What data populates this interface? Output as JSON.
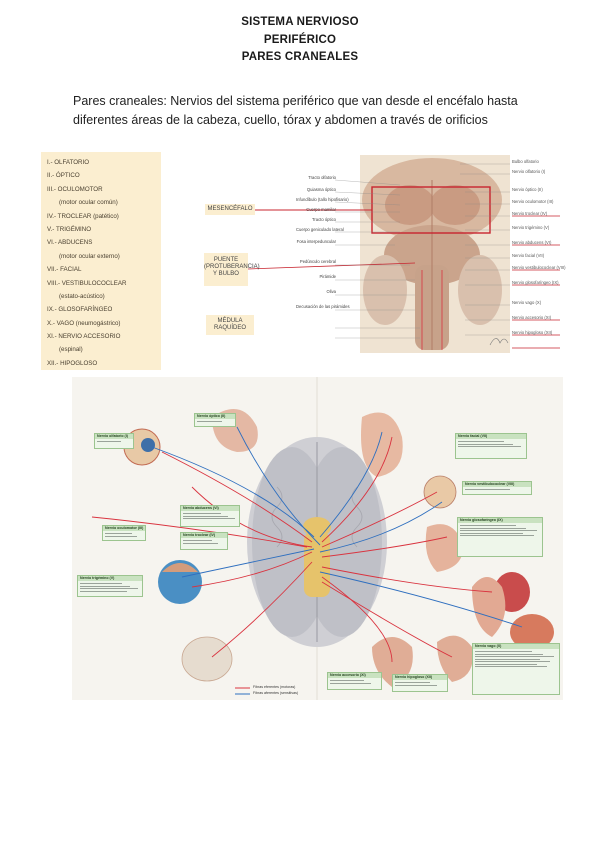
{
  "title": {
    "line1": "SISTEMA NERVIOSO",
    "line2": "PERIFÉRICO",
    "line3": "PARES CRANEALES"
  },
  "intro": "Pares craneales: Nervios del sistema periférico que van desde el encéfalo hasta diferentes áreas de la cabeza, cuello, tórax y abdomen a través de orificios",
  "nerve_list": [
    {
      "text": "I.- OLFATORIO",
      "sub": false
    },
    {
      "text": "II.- ÓPTICO",
      "sub": false
    },
    {
      "text": "III.- OCULOMOTOR",
      "sub": false
    },
    {
      "text": "(motor ocular común)",
      "sub": true
    },
    {
      "text": "IV.- TROCLEAR (patético)",
      "sub": false
    },
    {
      "text": "V.- TRIGÉMINO",
      "sub": false
    },
    {
      "text": "VI.- ABDUCENS",
      "sub": false
    },
    {
      "text": "(motor ocular externo)",
      "sub": true
    },
    {
      "text": "VII.- FACIAL",
      "sub": false
    },
    {
      "text": "VIII.- VESTIBULOCOCLEAR",
      "sub": false
    },
    {
      "text": "(estato-acústico)",
      "sub": true
    },
    {
      "text": "IX.- GLOSOFARÍNGEO",
      "sub": false
    },
    {
      "text": "X.- VAGO (neumogástrico)",
      "sub": false
    },
    {
      "text": "XI.- NERVIO ACCESORIO",
      "sub": false
    },
    {
      "text": "(espinal)",
      "sub": true
    },
    {
      "text": "XII.- HIPOGLOSO",
      "sub": false
    }
  ],
  "figure1": {
    "boxes": {
      "mesencefalo": "MESENCÉFALO",
      "puente": "PUENTE (PROTUBERANCIA) Y BULBO",
      "medula": "MÉDULA RAQUÍDEO"
    },
    "left_labels": [
      "Tracto olfatorio",
      "Quiasma óptico",
      "Infundíbulo (tallo hipofisario)",
      "Cuerpo mamilar",
      "Tracto óptico",
      "Cuerpo geniculado lateral",
      "Fosa interpeduncular",
      "Pedúnculo cerebral",
      "Pirámide",
      "Oliva",
      "Decusación de las pirámides"
    ],
    "right_labels": [
      "Bulbo olfatorio",
      "Nervio olfatorio (I)",
      "Nervio óptico (II)",
      "Nervio oculomotor (III)",
      "Nervio troclear (IV)",
      "Nervio trigémino (V)",
      "Nervio abducens (VI)",
      "Nervio facial (VII)",
      "Nervio vestibulococlear (VIII)",
      "Nervio glosofaríngeo (IX)",
      "Nervio vago (X)",
      "Nervio accesorio (XI)",
      "Nervio hipogloso (XII)"
    ]
  },
  "figure2": {
    "boxes": [
      "Nervio olfatorio (I)",
      "Nervio óptico (II)",
      "Nervio oculomotor (III)",
      "Nervio troclear (IV)",
      "Nervio abducens (VI)",
      "Nervio trigémino (V)",
      "Nervio facial (VII)",
      "Nervio vestibulococlear (VIII)",
      "Nervio glosofaríngeo (IX)",
      "Nervio vago (X)",
      "Nervio accesorio (XI)",
      "Nervio hipogloso (XII)"
    ],
    "legend": [
      "Fibras eferentes (motoras)",
      "Fibras aferentes (sensitivas)"
    ],
    "colors": {
      "motor": "#d9333f",
      "sensory": "#2f6fbf",
      "box": "#c9e2c0"
    }
  }
}
